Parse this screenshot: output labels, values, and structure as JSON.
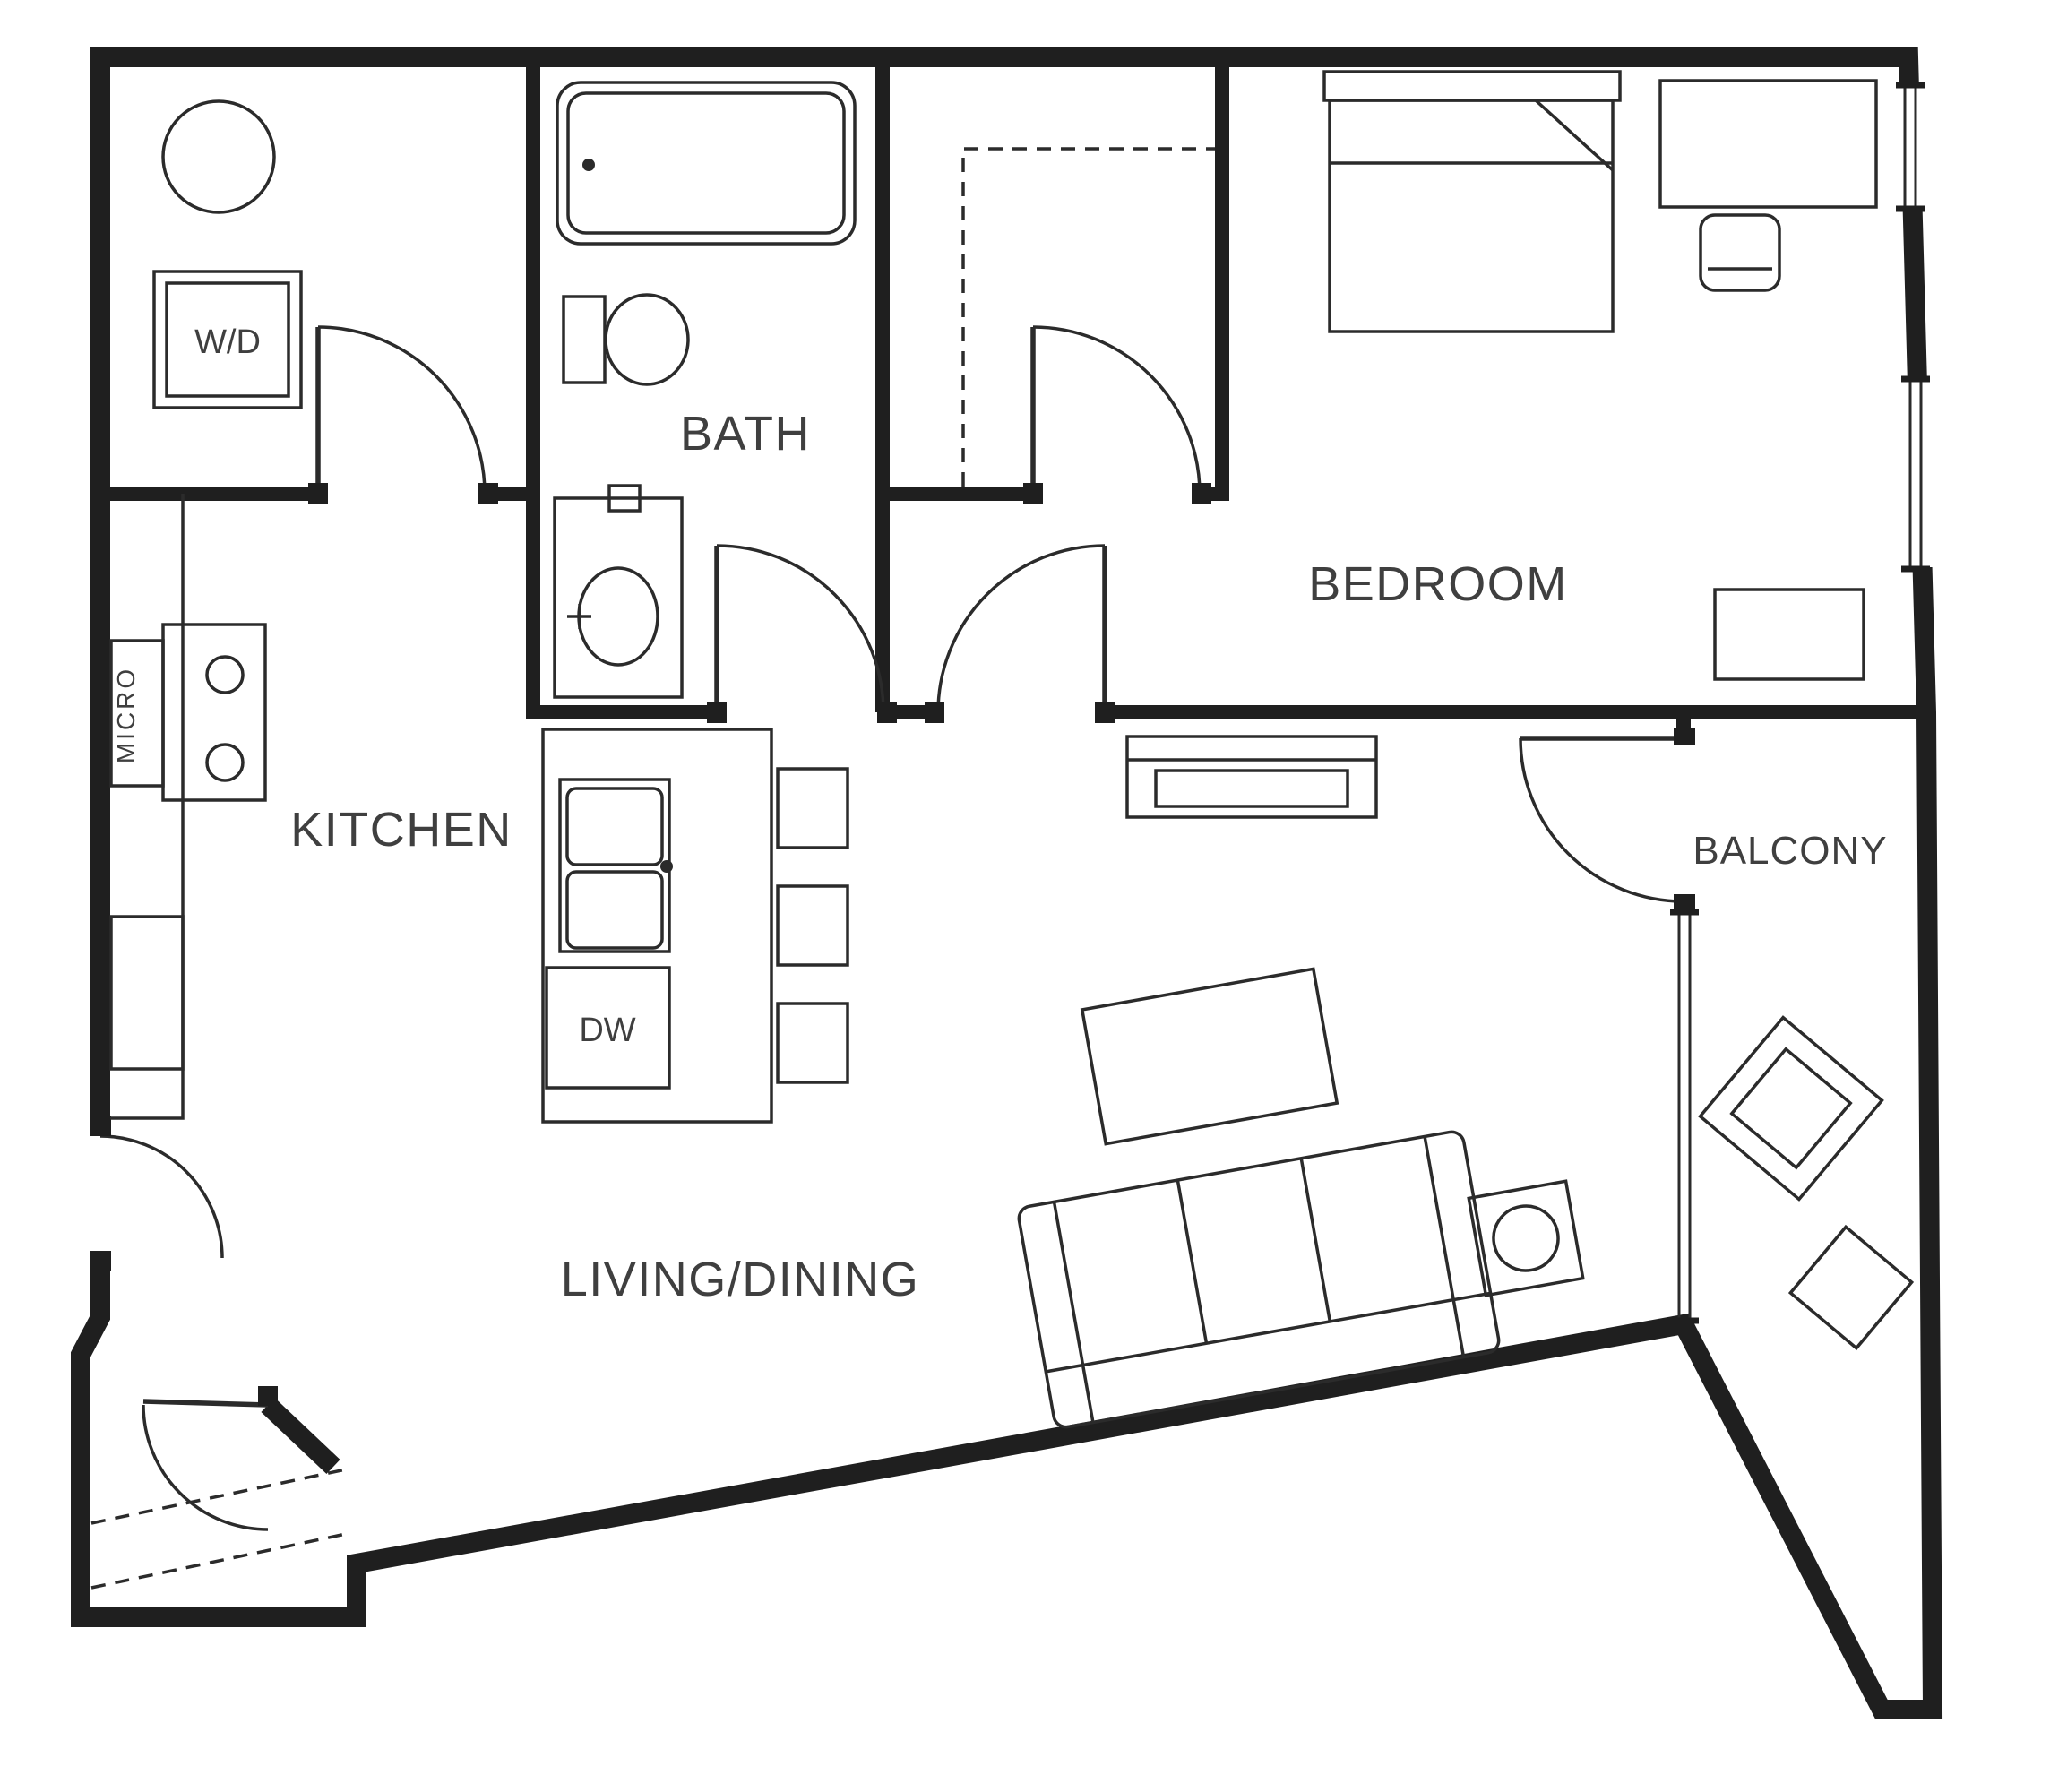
{
  "colors": {
    "background": "#ffffff",
    "wall": "#1f1f1f",
    "line": "#2b2b2b",
    "label": "#3f3f3f"
  },
  "rooms": {
    "kitchen": "KITCHEN",
    "bath": "BATH",
    "bedroom": "BEDROOM",
    "balcony": "BALCONY",
    "living_dining": "LIVING/DINING"
  },
  "appliances": {
    "washer_dryer": "W/D",
    "microwave": "MICRO",
    "dishwasher": "DW"
  }
}
